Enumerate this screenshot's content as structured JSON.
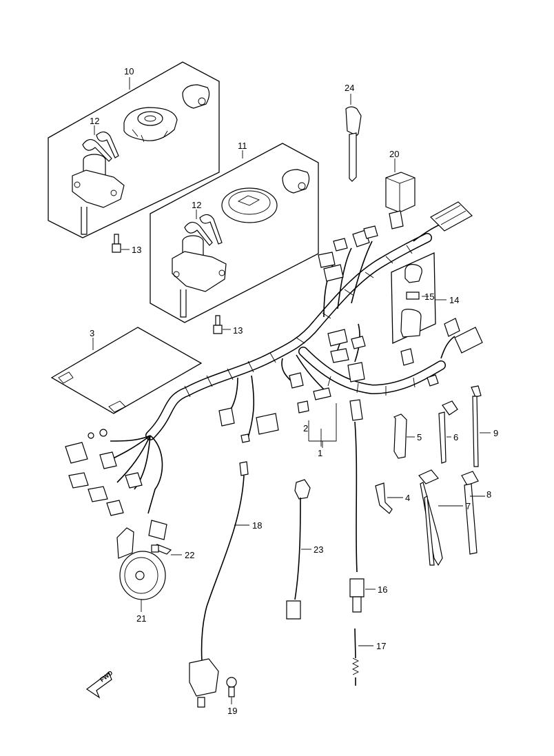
{
  "diagram": {
    "callouts": {
      "c1": "1",
      "c2": "2",
      "c3": "3",
      "c4": "4",
      "c5": "5",
      "c6": "6",
      "c7": "7",
      "c8": "8",
      "c9": "9",
      "c10": "10",
      "c11": "11",
      "c12a": "12",
      "c12b": "12",
      "c13a": "13",
      "c13b": "13",
      "c14": "14",
      "c15": "15",
      "c16": "16",
      "c17": "17",
      "c18": "18",
      "c19": "19",
      "c20": "20",
      "c21": "21",
      "c22": "22",
      "c23": "23",
      "c24": "24"
    },
    "fwd_label": "FWD"
  }
}
